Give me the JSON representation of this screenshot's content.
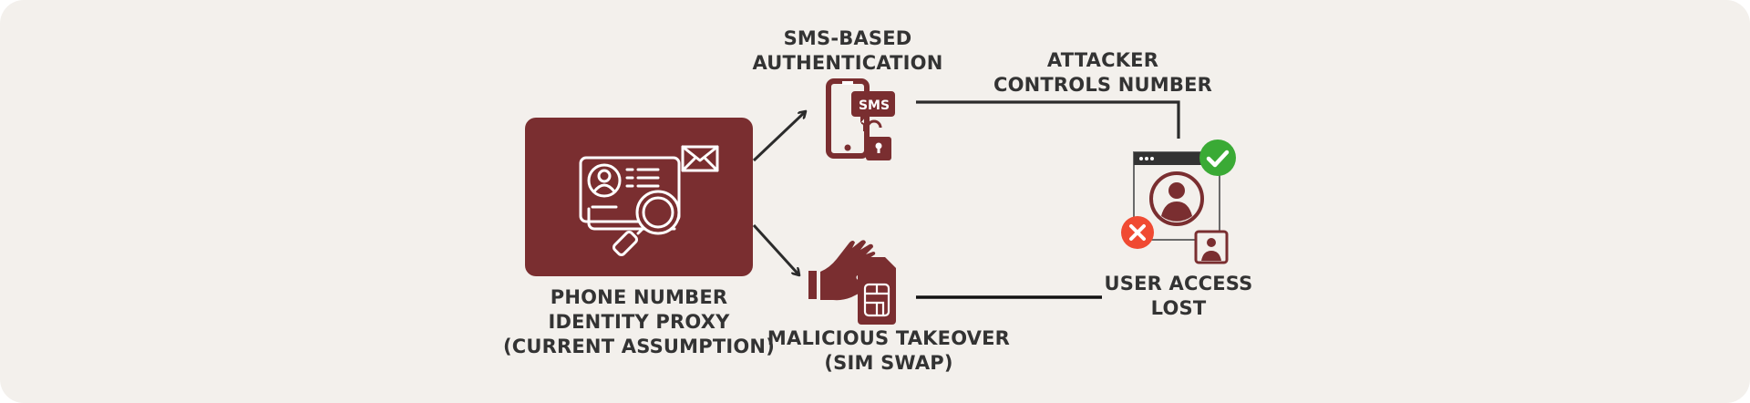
{
  "colors": {
    "background": "#f3f0ec",
    "accent": "#7a2e30",
    "text": "#333333",
    "line": "#222222",
    "success": "#3aaa35",
    "error": "#f04a32"
  },
  "nodes": {
    "identity_proxy": {
      "lines": [
        "PHONE NUMBER",
        "IDENTITY PROXY",
        "(CURRENT ASSUMPTION)"
      ],
      "icon": "id-card-search-icon"
    },
    "sms_auth": {
      "lines": [
        "SMS-BASED",
        "AUTHENTICATION"
      ],
      "icon": "phone-sms-unlock-icon",
      "badge_text": "SMS"
    },
    "sim_swap": {
      "lines": [
        "MALICIOUS TAKEOVER",
        "(SIM SWAP)"
      ],
      "icon": "hand-sim-card-icon"
    },
    "attacker": {
      "lines": [
        "ATTACKER",
        "CONTROLS NUMBER"
      ]
    },
    "access_lost": {
      "lines": [
        "USER ACCESS",
        "LOST"
      ],
      "icon": "browser-user-account-icon"
    }
  },
  "edges": [
    {
      "from": "identity_proxy",
      "to": "sms_auth",
      "type": "arrow"
    },
    {
      "from": "identity_proxy",
      "to": "sim_swap",
      "type": "arrow"
    },
    {
      "from": "sms_auth",
      "to": "access_lost",
      "type": "line",
      "label_ref": "attacker"
    },
    {
      "from": "sim_swap",
      "to": "access_lost",
      "type": "line"
    }
  ]
}
